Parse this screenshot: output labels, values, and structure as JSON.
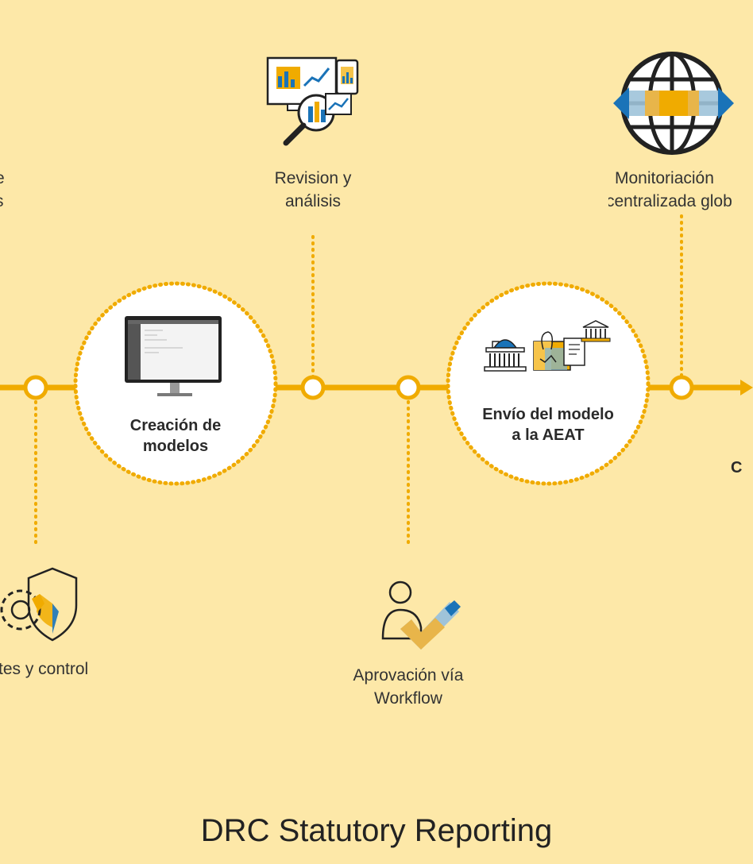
{
  "steps": {
    "partial_top_left": {
      "line1": "e",
      "line2": "s"
    },
    "revision": {
      "line1": "Revision y",
      "line2": "análisis",
      "icon": "analytics-dashboard-icon"
    },
    "monitor": {
      "line1": "Monitoriación",
      "line2": "centralizada glob",
      "icon": "globe-icon"
    },
    "creacion": {
      "line1": "Creación de",
      "line2": "modelos",
      "icon": "monitor-screen-icon"
    },
    "envio": {
      "line1": "Envío del modelo",
      "line2": "a la AEAT",
      "icon": "government-document-icon"
    },
    "partial_right": {
      "text": "C"
    },
    "ajustes": {
      "line1": "tes y control",
      "icon": "shield-gear-icon"
    },
    "aprovacion": {
      "line1": "Aprovación vía",
      "line2": "Workflow",
      "icon": "user-check-icon"
    }
  },
  "colors": {
    "background": "#fde8a8",
    "timeline": "#f0ab00",
    "dotted": "#f0ab00",
    "text": "#333333"
  },
  "footer": {
    "title": "DRC Statutory Reporting"
  }
}
